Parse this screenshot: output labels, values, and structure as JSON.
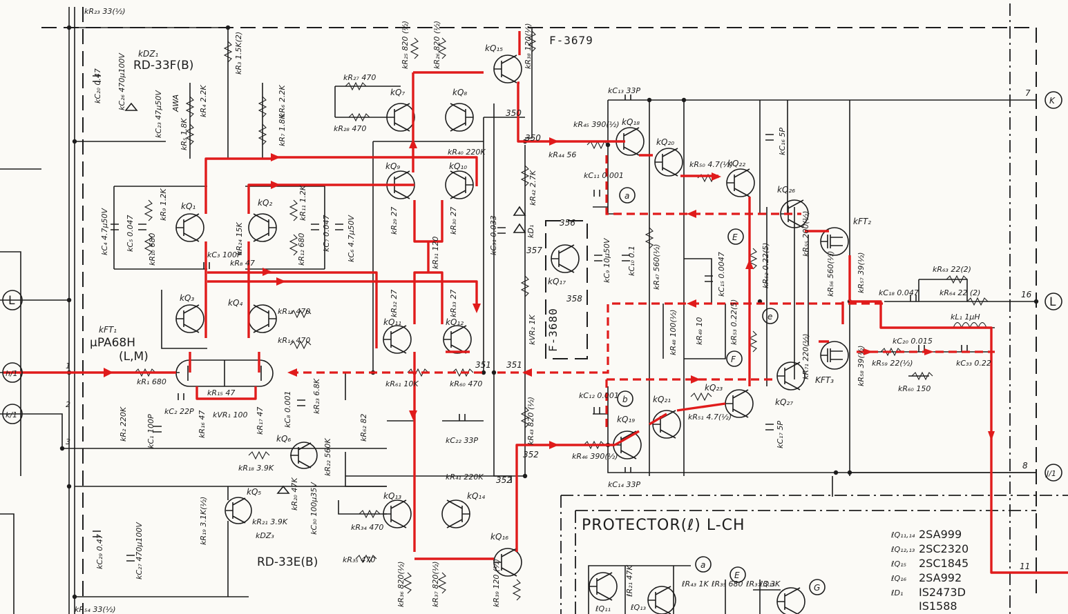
{
  "board_ids": {
    "main": "F-3679",
    "sub": "F-3680"
  },
  "section_title": "PROTECTOR(ℓ) L-CH",
  "diode_parts": {
    "upper": "RD-33F(B)",
    "lower": "RD-33E(B)"
  },
  "input_device": {
    "ref": "kFT₁",
    "type": "μPA68H",
    "grade": "(L,M)"
  },
  "terminals": {
    "L_left": "L",
    "h1": "h/1",
    "k1": "k/1",
    "K_right": "K",
    "L_right": "L",
    "J1_right": "J/1",
    "a": "a",
    "b": "b",
    "e": "e",
    "E": "E",
    "F": "F",
    "a2": "a",
    "E2": "E",
    "G": "G"
  },
  "pin_numbers": {
    "p7": "7",
    "p16": "16",
    "p8": "8",
    "p11": "11",
    "p1": "1",
    "p2": "2",
    "p3": "3"
  },
  "nodes": {
    "n350a": "350",
    "n350b": "350",
    "n351a": "351",
    "n351b": "351",
    "n352a": "352",
    "n352b": "352",
    "n356": "356",
    "n357": "357",
    "n358": "358"
  },
  "transistors": {
    "q1": "kQ₁",
    "q2": "kQ₂",
    "q3": "kQ₃",
    "q4": "kQ₄",
    "q5": "kQ₅",
    "q6": "kQ₆",
    "q7": "kQ₇",
    "q8": "kQ₈",
    "q9": "kQ₉",
    "q10": "kQ₁₀",
    "q11": "kQ₁₁",
    "q12": "kQ₁₂",
    "q13": "kQ₁₃",
    "q14": "kQ₁₄",
    "q15": "kQ₁₅",
    "q16": "kQ₁₆",
    "q17": "kQ₁₇",
    "q18": "kQ₁₈",
    "q19": "kQ₁₉",
    "q20": "kQ₂₀",
    "q21": "kQ₂₁",
    "q22": "kQ₂₂",
    "q23": "kQ₂₃",
    "q26": "kQ₂₆",
    "q27": "kQ₂₇",
    "ft2": "kFT₂",
    "ft3": "KFT₃",
    "dz1": "kDZ₁",
    "dz3": "kDZ₃",
    "d1": "kD₁"
  },
  "resistors": {
    "r23": "kR₂₃ 33(½)",
    "r3": "kR₃ 1.5K(2)",
    "r4": "kR₄ 2.2K",
    "r5": "kR₅ 1.8K",
    "r6": "kR₆ 2.2K",
    "r7": "kR₇ 1.8K",
    "r9": "kR₉ 1.2K",
    "r10": "kR₁₀ 680",
    "r11": "kR₁₁ 1.2K",
    "r12": "kR₁₂ 680",
    "r24": "kR₂₄ 15K",
    "r8": "kR₈ 47",
    "r13": "kR₁₃ 470",
    "r14": "kR₁₄ 470",
    "r1": "kR₁ 680",
    "r15": "kR₁₅ 47",
    "r16": "kR₁₆ 47",
    "r17": "kR₁₇ 47",
    "vr1": "kVR₁ 100",
    "r18": "kR₁₈ 3.9K",
    "r19": "kR₁₉ 3.1K(½)",
    "r21": "kR₂₁ 3.9K",
    "r20": "kR₂₀ 47K",
    "r22": "kR₂₂ 560K",
    "r23b": "kR₂₃ 6.8K",
    "r2": "kR₂ 220K",
    "r27": "kR₂₇ 470",
    "r28": "kR₂₈ 470",
    "r25": "kR₂₅ 820 (½)",
    "r26": "kR₂₆ 820 (½)",
    "r29": "kR₂₉ 27",
    "r30": "kR₃₀ 27",
    "r31": "kR₃₁ 120",
    "r32": "kR₃₂ 27",
    "r33": "kR₃₃ 27",
    "r40": "kR₄₀ 220K",
    "r61": "kR₆₁ 10K",
    "r60": "kR₆₀ 470",
    "r62": "kR₆₂ 82",
    "r41": "kR₄₁ 220K",
    "r34": "kR₃₄ 470",
    "r35": "kR₃₅ 470",
    "r36": "kR₃₆ 820(½)",
    "r37": "kR₃₇ 820(½)",
    "r38": "kR₃₈ 120(½)",
    "r39": "kR₃₉ 120 (½)",
    "r42": "kR₄₂ 2.7K",
    "vr2": "kVR₂ 1K",
    "r43": "kR₄₃ 820 (½)",
    "r44": "kR₄₄ 56",
    "r45": "kR₄₅ 390(½)",
    "r46": "kR₄₆ 390(½)",
    "r47": "kR₄₇ 560(½)",
    "r48": "kR₄₈ 100(½)",
    "r49": "kR₄₉ 10",
    "r50": "kR₅₀ 4.7(½)",
    "r51": "kR₅₁ 4.7(½)",
    "r52": "kR₅₂ 0.22(5)",
    "r53": "kR₅₃ 0.22(5)",
    "r54": "kR₅₄ 33(½)",
    "r55": "kR₅₅ 200(½)",
    "r56": "kR₅₆ 560(½)",
    "r57": "kR₅₇ 39(½)",
    "r58": "kR₅₈ 39(½)",
    "r59": "kR₅₉ 22(½)",
    "r60b": "kR₆₀ 150",
    "r63": "kR₆₃ 22(2)",
    "r64": "kR₆₄ 22 (2)",
    "r71": "kR₇₁ 220(½)"
  },
  "capacitors": {
    "c20": "kC₂₀ 0.47",
    "c26": "kC₂₆ 470μ100V",
    "c23": "kC₂₃ 47μ50V",
    "c4": "kC₄ 4.7μ50V",
    "c5": "kC₅ 0.047",
    "c3": "kC₃ 100P",
    "c7": "kC₇ 0.047",
    "c6": "kC₆ 4.7μ50V",
    "c2": "kC₂ 22P",
    "c1": "kC₁ 100P",
    "c8": "kC₈ 0.001",
    "c29": "kC₂₉ 0.47",
    "c27": "kC₂₇ 470μ100V",
    "c30": "kC₃₀ 100μ35V",
    "c31": "kC₃₁ 0.033",
    "c9": "kC₉ 10μ50V",
    "c10": "kC₁₀ 0.1",
    "c22": "kC₂₂ 33P",
    "c13": "kC₁₃ 33P",
    "c14": "kC₁₄ 33P",
    "c11": "kC₁₁ 0.001",
    "c12": "kC₁₂ 0.001",
    "c15": "kC₁₅ 0.0047",
    "c16": "kC₁₆ 5P",
    "c17": "kC₁₇ 5P",
    "c18": "kC₁₈ 0.047",
    "c20b": "kC₂₀ 0.015",
    "c33": "kC₃₃ 0.22",
    "l1": "kL₁ 1μH",
    "awa": "AWA"
  },
  "semiconductor_list": [
    {
      "ref": "ℓQ₁₁,₁₄",
      "type": "2SA999"
    },
    {
      "ref": "ℓQ₁₂,₁₃",
      "type": "2SC2320"
    },
    {
      "ref": "ℓQ₁₅",
      "type": "2SC1845"
    },
    {
      "ref": "ℓQ₁₆",
      "type": "2SA992"
    },
    {
      "ref": "ℓD₁",
      "type": "IS2473D"
    },
    {
      "ref": "",
      "type": "IS1588"
    }
  ],
  "protector_parts": {
    "q11": "ℓQ₁₁",
    "q13": "ℓQ₁₃",
    "q15": "ℓQ₁₅",
    "r21": "ℓR₂₁ 47K",
    "r43": "ℓR₄₃ 1K",
    "r35": "ℓR₃₅ 680",
    "r37": "ℓR₃₇ 3.3K"
  },
  "colors": {
    "signal_path": "#e01b1b",
    "ink": "#1c1c1c",
    "paper": "#fbfaf6"
  }
}
